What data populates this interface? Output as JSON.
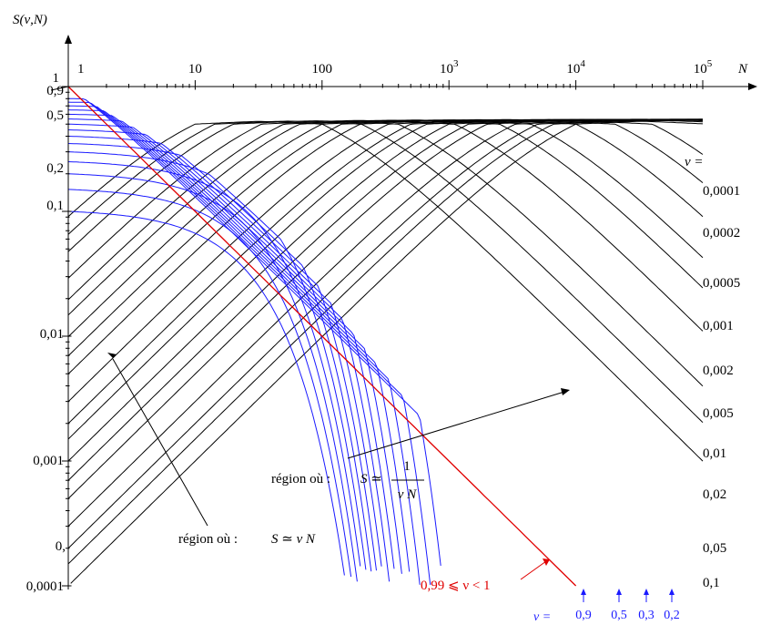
{
  "chart_data": {
    "type": "line",
    "title": "",
    "ylabel": "S(ν,N)",
    "xlabel": "N",
    "xscale": "log",
    "yscale": "log",
    "xlim": [
      1,
      100000
    ],
    "ylim": [
      0.0001,
      1
    ],
    "x_ticks": [
      {
        "value": 1,
        "label": "1"
      },
      {
        "value": 10,
        "label": "10"
      },
      {
        "value": 100,
        "label": "100"
      },
      {
        "value": 1000,
        "label": "10",
        "exp": "3"
      },
      {
        "value": 10000,
        "label": "10",
        "exp": "4"
      },
      {
        "value": 100000,
        "label": "10",
        "exp": "5"
      }
    ],
    "y_ticks": [
      {
        "value": 1,
        "label": "1"
      },
      {
        "value": 0.9,
        "label": "0,9"
      },
      {
        "value": 0.5,
        "label": "0,5"
      },
      {
        "value": 0.2,
        "label": "0,2"
      },
      {
        "value": 0.1,
        "label": "0,1"
      },
      {
        "value": 0.01,
        "label": "0,01"
      },
      {
        "value": 0.001,
        "label": "0,001"
      },
      {
        "value": 0.0003,
        "label": "0,"
      },
      {
        "value": 0.0001,
        "label": "0,0001"
      }
    ],
    "nu_header": "ν =",
    "black_series": [
      {
        "nu": 0.0001,
        "label": "0,0001"
      },
      {
        "nu": 0.0002,
        "label": "0,0002"
      },
      {
        "nu": 0.0005,
        "label": "0,0005"
      },
      {
        "nu": 0.001,
        "label": "0,001"
      },
      {
        "nu": 0.002,
        "label": "0,002"
      },
      {
        "nu": 0.005,
        "label": "0,005"
      },
      {
        "nu": 0.01,
        "label": "0,01"
      },
      {
        "nu": 0.02,
        "label": "0,02"
      },
      {
        "nu": 0.05,
        "label": "0,05"
      },
      {
        "nu": 0.1,
        "label": "0,1"
      }
    ],
    "black_series_unlabeled": [
      0.00015,
      0.0003,
      0.0007,
      0.0015,
      0.003,
      0.007,
      0.015,
      0.03,
      0.07
    ],
    "blue_series": [
      0.2,
      0.25,
      0.3,
      0.35,
      0.4,
      0.45,
      0.5,
      0.55,
      0.6,
      0.65,
      0.7,
      0.75,
      0.8,
      0.85,
      0.9
    ],
    "blue_labels": [
      {
        "nu": 0.9,
        "label": "0,9"
      },
      {
        "nu": 0.5,
        "label": "0,5"
      },
      {
        "nu": 0.3,
        "label": "0,3"
      },
      {
        "nu": 0.2,
        "label": "0,2"
      }
    ],
    "blue_header": "ν =",
    "red_series": {
      "nu": 0.99,
      "label": "0,99 ⩽ ν < 1"
    },
    "annotations": {
      "region_left": {
        "prefix": "région où : ",
        "formula": "S ≃ ν N"
      },
      "region_right": {
        "prefix": "région où : ",
        "lhs": "S ≃",
        "num": "1",
        "den": "ν N"
      }
    }
  }
}
